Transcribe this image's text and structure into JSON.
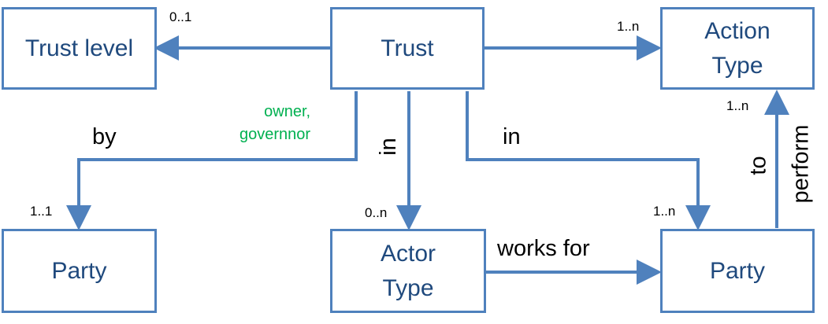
{
  "entities": {
    "trust_level": [
      "Trust level"
    ],
    "trust": [
      "Trust"
    ],
    "action_type": [
      "Action",
      "Type"
    ],
    "party_left": [
      "Party"
    ],
    "actor_type": [
      "Actor",
      "Type"
    ],
    "party_right": [
      "Party"
    ]
  },
  "relations": {
    "trust_to_trust_level": {
      "multiplicity": "0..1"
    },
    "trust_to_action_type": {
      "multiplicity": "1..n"
    },
    "trust_by_party": {
      "label": "by",
      "role": [
        "owner,",
        "governnor"
      ],
      "multiplicity": "1..1"
    },
    "trust_in_actor_type": {
      "label": "in",
      "multiplicity": "0..n"
    },
    "trust_in_party": {
      "label": "in",
      "multiplicity": "1..n"
    },
    "actor_works_for_party": {
      "label": "works for"
    },
    "party_to_perform_action": {
      "label_line1": "to",
      "label_line2": "perform",
      "multiplicity": "1..n"
    }
  },
  "colors": {
    "line": "#4f81bd",
    "box_border": "#4f81bd",
    "entity_text": "#1f497d",
    "role_text": "#00b050",
    "label_text": "#000000"
  }
}
